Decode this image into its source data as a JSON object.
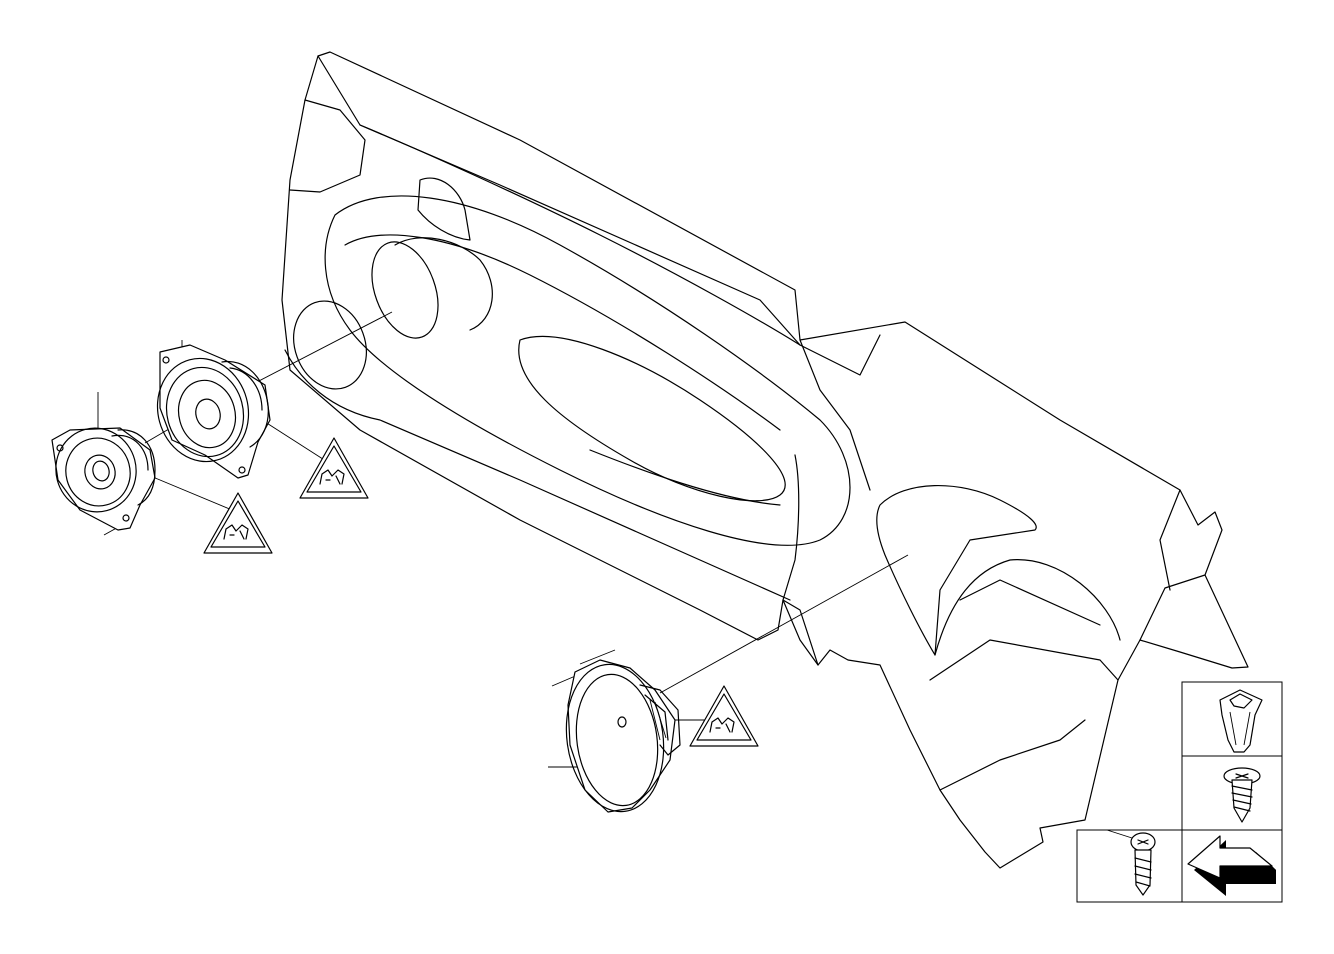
{
  "diagram": {
    "colors": {
      "line": "#000000",
      "background": "#ffffff"
    },
    "parts": [
      {
        "name": "door-trim-panel"
      },
      {
        "name": "tweeter-speaker"
      },
      {
        "name": "midrange-speaker"
      },
      {
        "name": "woofer-speaker"
      },
      {
        "name": "expansion-nut"
      },
      {
        "name": "self-tapping-screw"
      },
      {
        "name": "oval-head-screw"
      },
      {
        "name": "arrow-icon"
      }
    ],
    "icons": [
      "esd-warning-icon"
    ]
  }
}
